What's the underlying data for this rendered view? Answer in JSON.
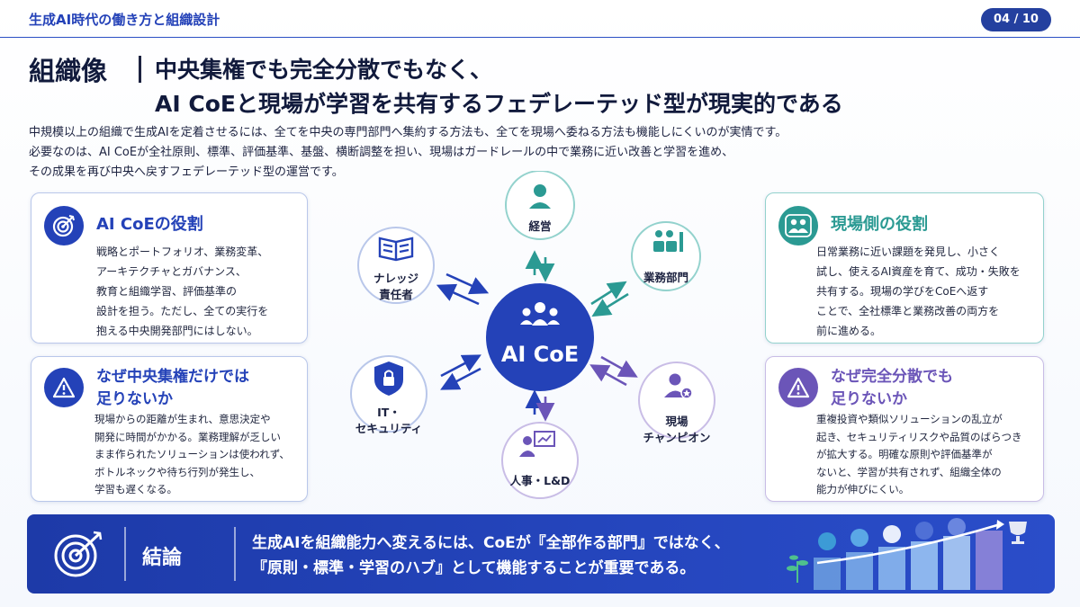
{
  "header": {
    "deck_title": "生成AI時代の働き方と組織設計",
    "page_number": "04 / 10"
  },
  "heading": {
    "label": "組織像",
    "line1": "中央集権でも完全分散でもなく、",
    "line2": "AI CoEと現場が学習を共有するフェデレーテッド型が現実的である"
  },
  "intro": [
    "中規模以上の組織で生成AIを定着させるには、全てを中央の専門部門へ集約する方法も、全てを現場へ委ねる方法も機能しにくいのが実情です。",
    "必要なのは、AI CoEが全社原則、標準、評価基準、基盤、横断調整を担い、現場はガードレールの中で業務に近い改善と学習を進め、",
    "その成果を再び中央へ戻すフェデレーテッド型の運営です。"
  ],
  "cards": {
    "coe_role": {
      "title": "AI CoEの役割",
      "body": "戦略とポートフォリオ、業務変革、\nアーキテクチャとガバナンス、\n教育と組織学習、評価基準の\n設計を担う。ただし、全ての実行を\n抱える中央開発部門にはしない。",
      "icon": "target-icon"
    },
    "central_risk": {
      "title": "なぜ中央集権だけでは\n足りないか",
      "body": "現場からの距離が生まれ、意思決定や\n開発に時間がかかる。業務理解が乏しい\nまま作られたソリューションは使われず、\nボトルネックや待ち行列が発生し、\n学習も遅くなる。",
      "icon": "warning-icon"
    },
    "field_role": {
      "title": "現場側の役割",
      "body": "日常業務に近い課題を発見し、小さく\n試し、使えるAI資産を育て、成功・失敗を\n共有する。現場の学びをCoEへ返す\nことで、全社標準と業務改善の両方を\n前に進める。",
      "icon": "people-icon"
    },
    "distributed_risk": {
      "title": "なぜ完全分散でも\n足りないか",
      "body": "重複投資や類似ソリューションの乱立が\n起き、セキュリティリスクや品質のばらつき\nが拡大する。明確な原則や評価基準が\nないと、学習が共有されず、組織全体の\n能力が伸びにくい。",
      "icon": "warning-icon"
    }
  },
  "hub": {
    "center": "AI CoE",
    "nodes": {
      "executive": "経営",
      "business": "業務部門",
      "knowledge": "ナレッジ\n責任者",
      "security": "IT・\nセキュリティ",
      "hr": "人事・L&D",
      "champion": "現場\nチャンピオン"
    }
  },
  "conclusion": {
    "label": "結論",
    "line1": "生成AIを組織能力へ変えるには、CoEが『全部作る部門』ではなく、",
    "line2": "『原則・標準・学習のハブ』として機能することが重要である。"
  },
  "colors": {
    "navy": "#24409f",
    "blue": "#2b4fc4",
    "teal": "#2b9a93",
    "purple": "#6b55b8"
  }
}
